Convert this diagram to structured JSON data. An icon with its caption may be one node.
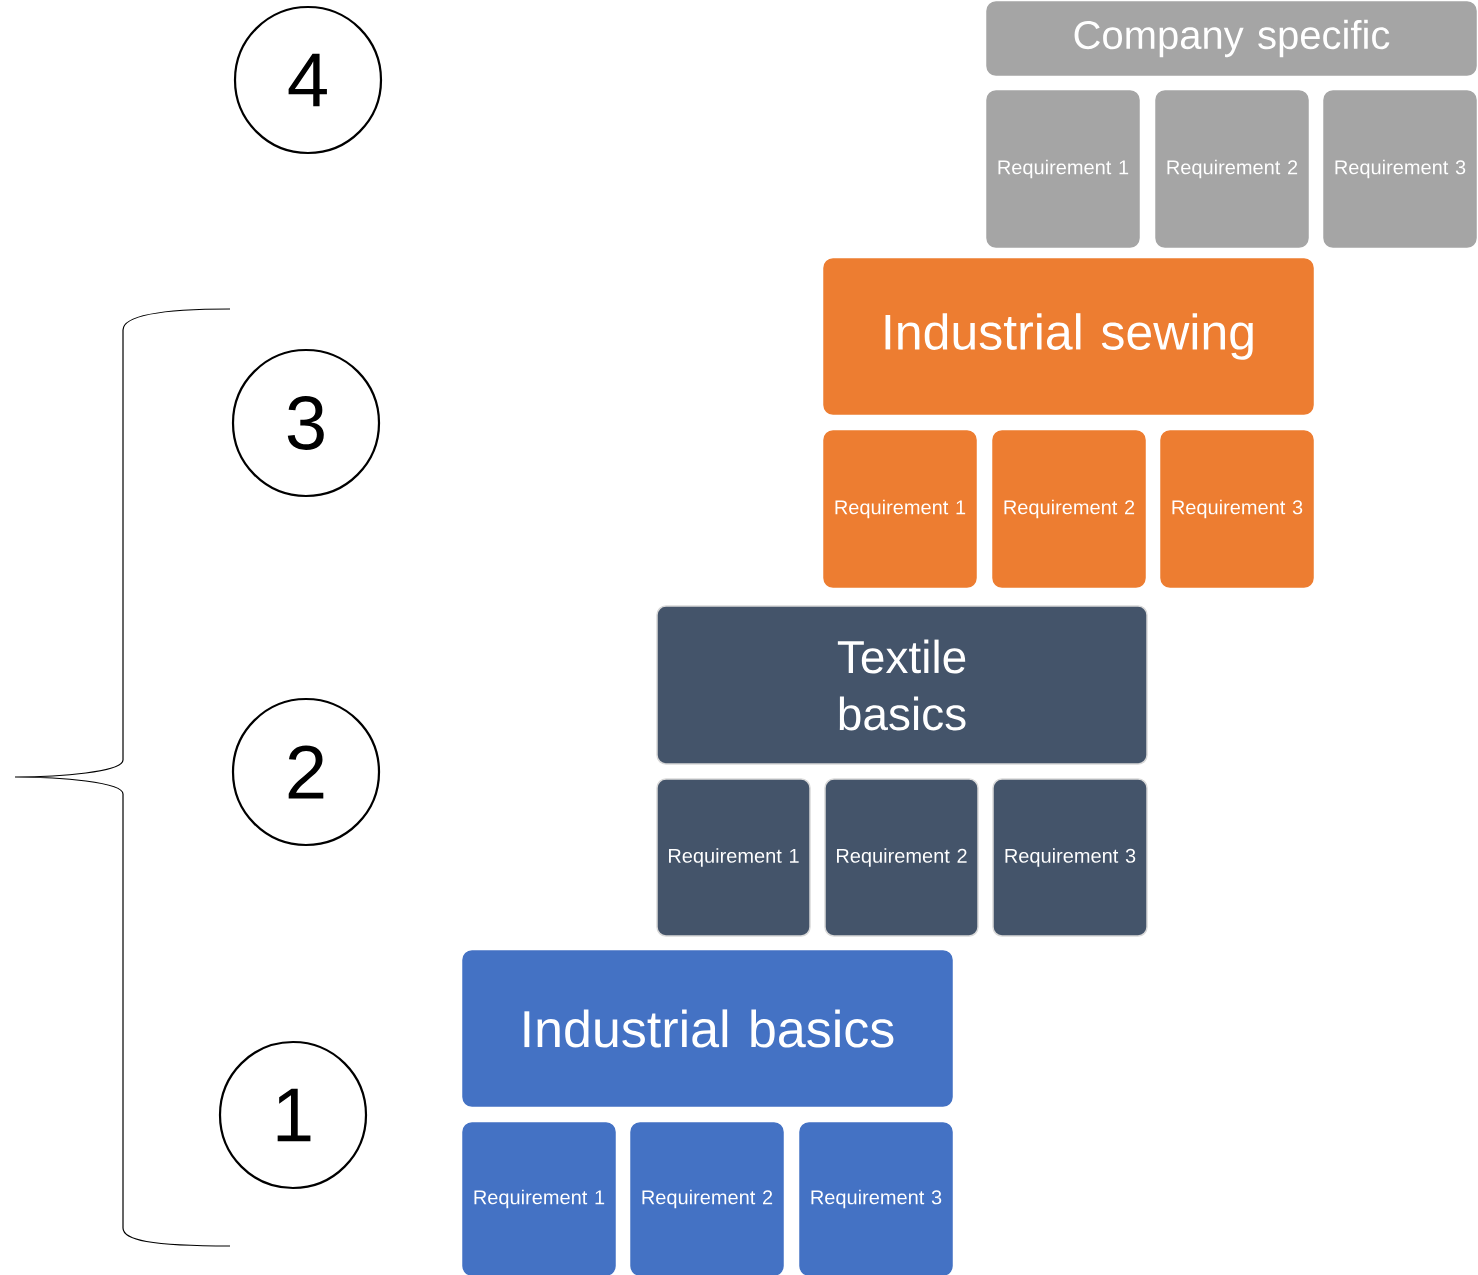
{
  "diagram": {
    "nodes": [
      {
        "text": [
          "4"
        ]
      },
      {
        "text": [
          "Company specific"
        ]
      },
      {
        "text": [
          "Requirement 1"
        ]
      },
      {
        "text": [
          "Requirement 2"
        ]
      },
      {
        "text": [
          "Requirement 3"
        ]
      },
      {
        "text": [
          "Industrial sewing"
        ]
      },
      {
        "text": [
          "3"
        ]
      },
      {
        "text": [
          "Requirement 1"
        ]
      },
      {
        "text": [
          "Requirement 2"
        ]
      },
      {
        "text": [
          "Requirement 3"
        ]
      },
      {
        "text": [
          "Textile basics"
        ]
      },
      {
        "text": [
          "2"
        ]
      },
      {
        "text": [
          "Requirement 1"
        ]
      },
      {
        "text": [
          "Requirement 2"
        ]
      },
      {
        "text": [
          "Requirement 3"
        ]
      },
      {
        "text": [
          "Industrial basics"
        ]
      },
      {
        "text": [
          "1"
        ]
      },
      {
        "text": [
          "Requirement 1"
        ]
      },
      {
        "text": [
          "Requirement 2"
        ]
      },
      {
        "text": [
          "Requirement 3"
        ]
      }
    ]
  }
}
